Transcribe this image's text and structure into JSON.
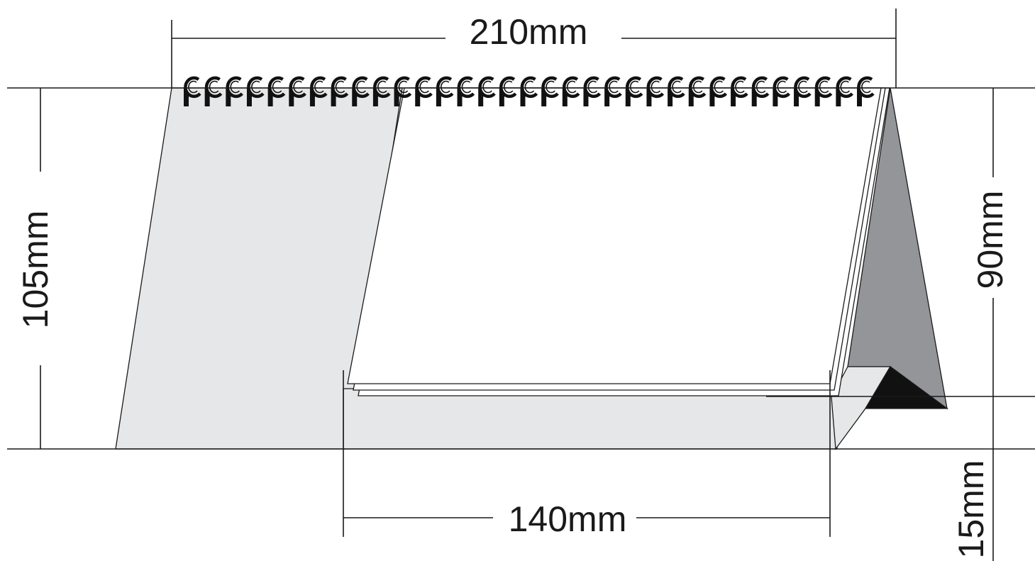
{
  "dimensions": {
    "width_top": "210mm",
    "height_left": "105mm",
    "height_right": "90mm",
    "base_depth": "15mm",
    "base_width": "140mm"
  },
  "colors": {
    "outline": "#1a1a1a",
    "back_panel": "#e6e7e8",
    "pages": "#ffffff",
    "side_dark": "#939598",
    "fold_black": "#111111"
  },
  "coil_count": 33
}
